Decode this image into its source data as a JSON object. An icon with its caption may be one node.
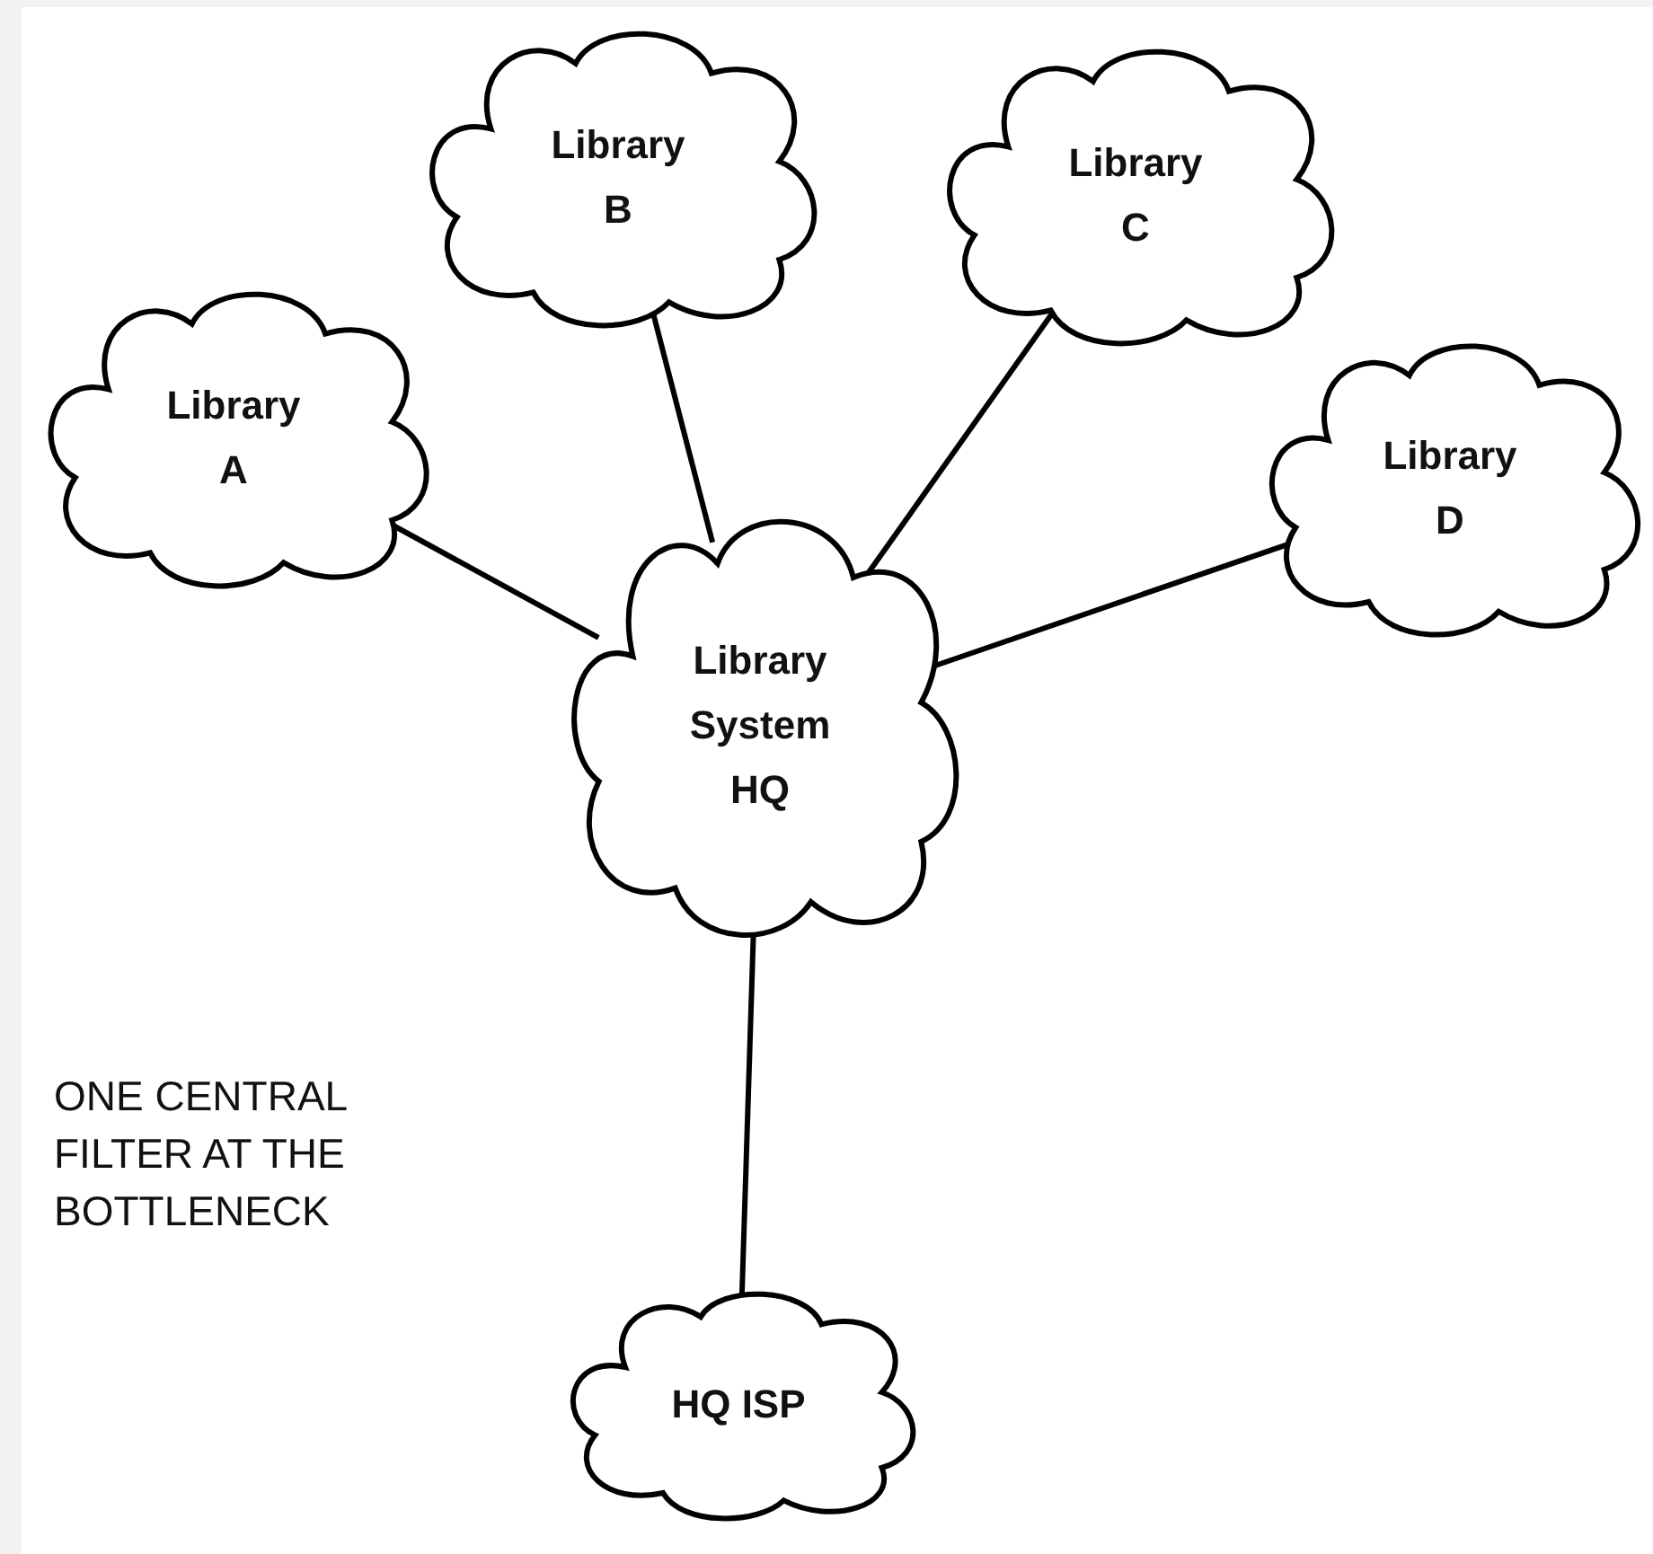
{
  "diagram": {
    "nodes": [
      {
        "text": [
          "Library A"
        ]
      },
      {
        "text": [
          "Library B"
        ]
      },
      {
        "text": [
          "Library C"
        ]
      },
      {
        "text": [
          "Library D"
        ]
      },
      {
        "text": [
          "Library System HQ"
        ]
      },
      {
        "text": [
          "HQ ISP"
        ]
      }
    ],
    "edges": [
      {
        "from": 4,
        "to": 0,
        "arrow": "none"
      },
      {
        "from": 4,
        "to": 1,
        "arrow": "none"
      },
      {
        "from": 4,
        "to": 2,
        "arrow": "none"
      },
      {
        "from": 4,
        "to": 3,
        "arrow": "none"
      },
      {
        "from": 4,
        "to": 5,
        "arrow": "none"
      }
    ],
    "labels": [
      "ONE CENTRAL FILTER AT THE BOTTLENECK"
    ]
  }
}
